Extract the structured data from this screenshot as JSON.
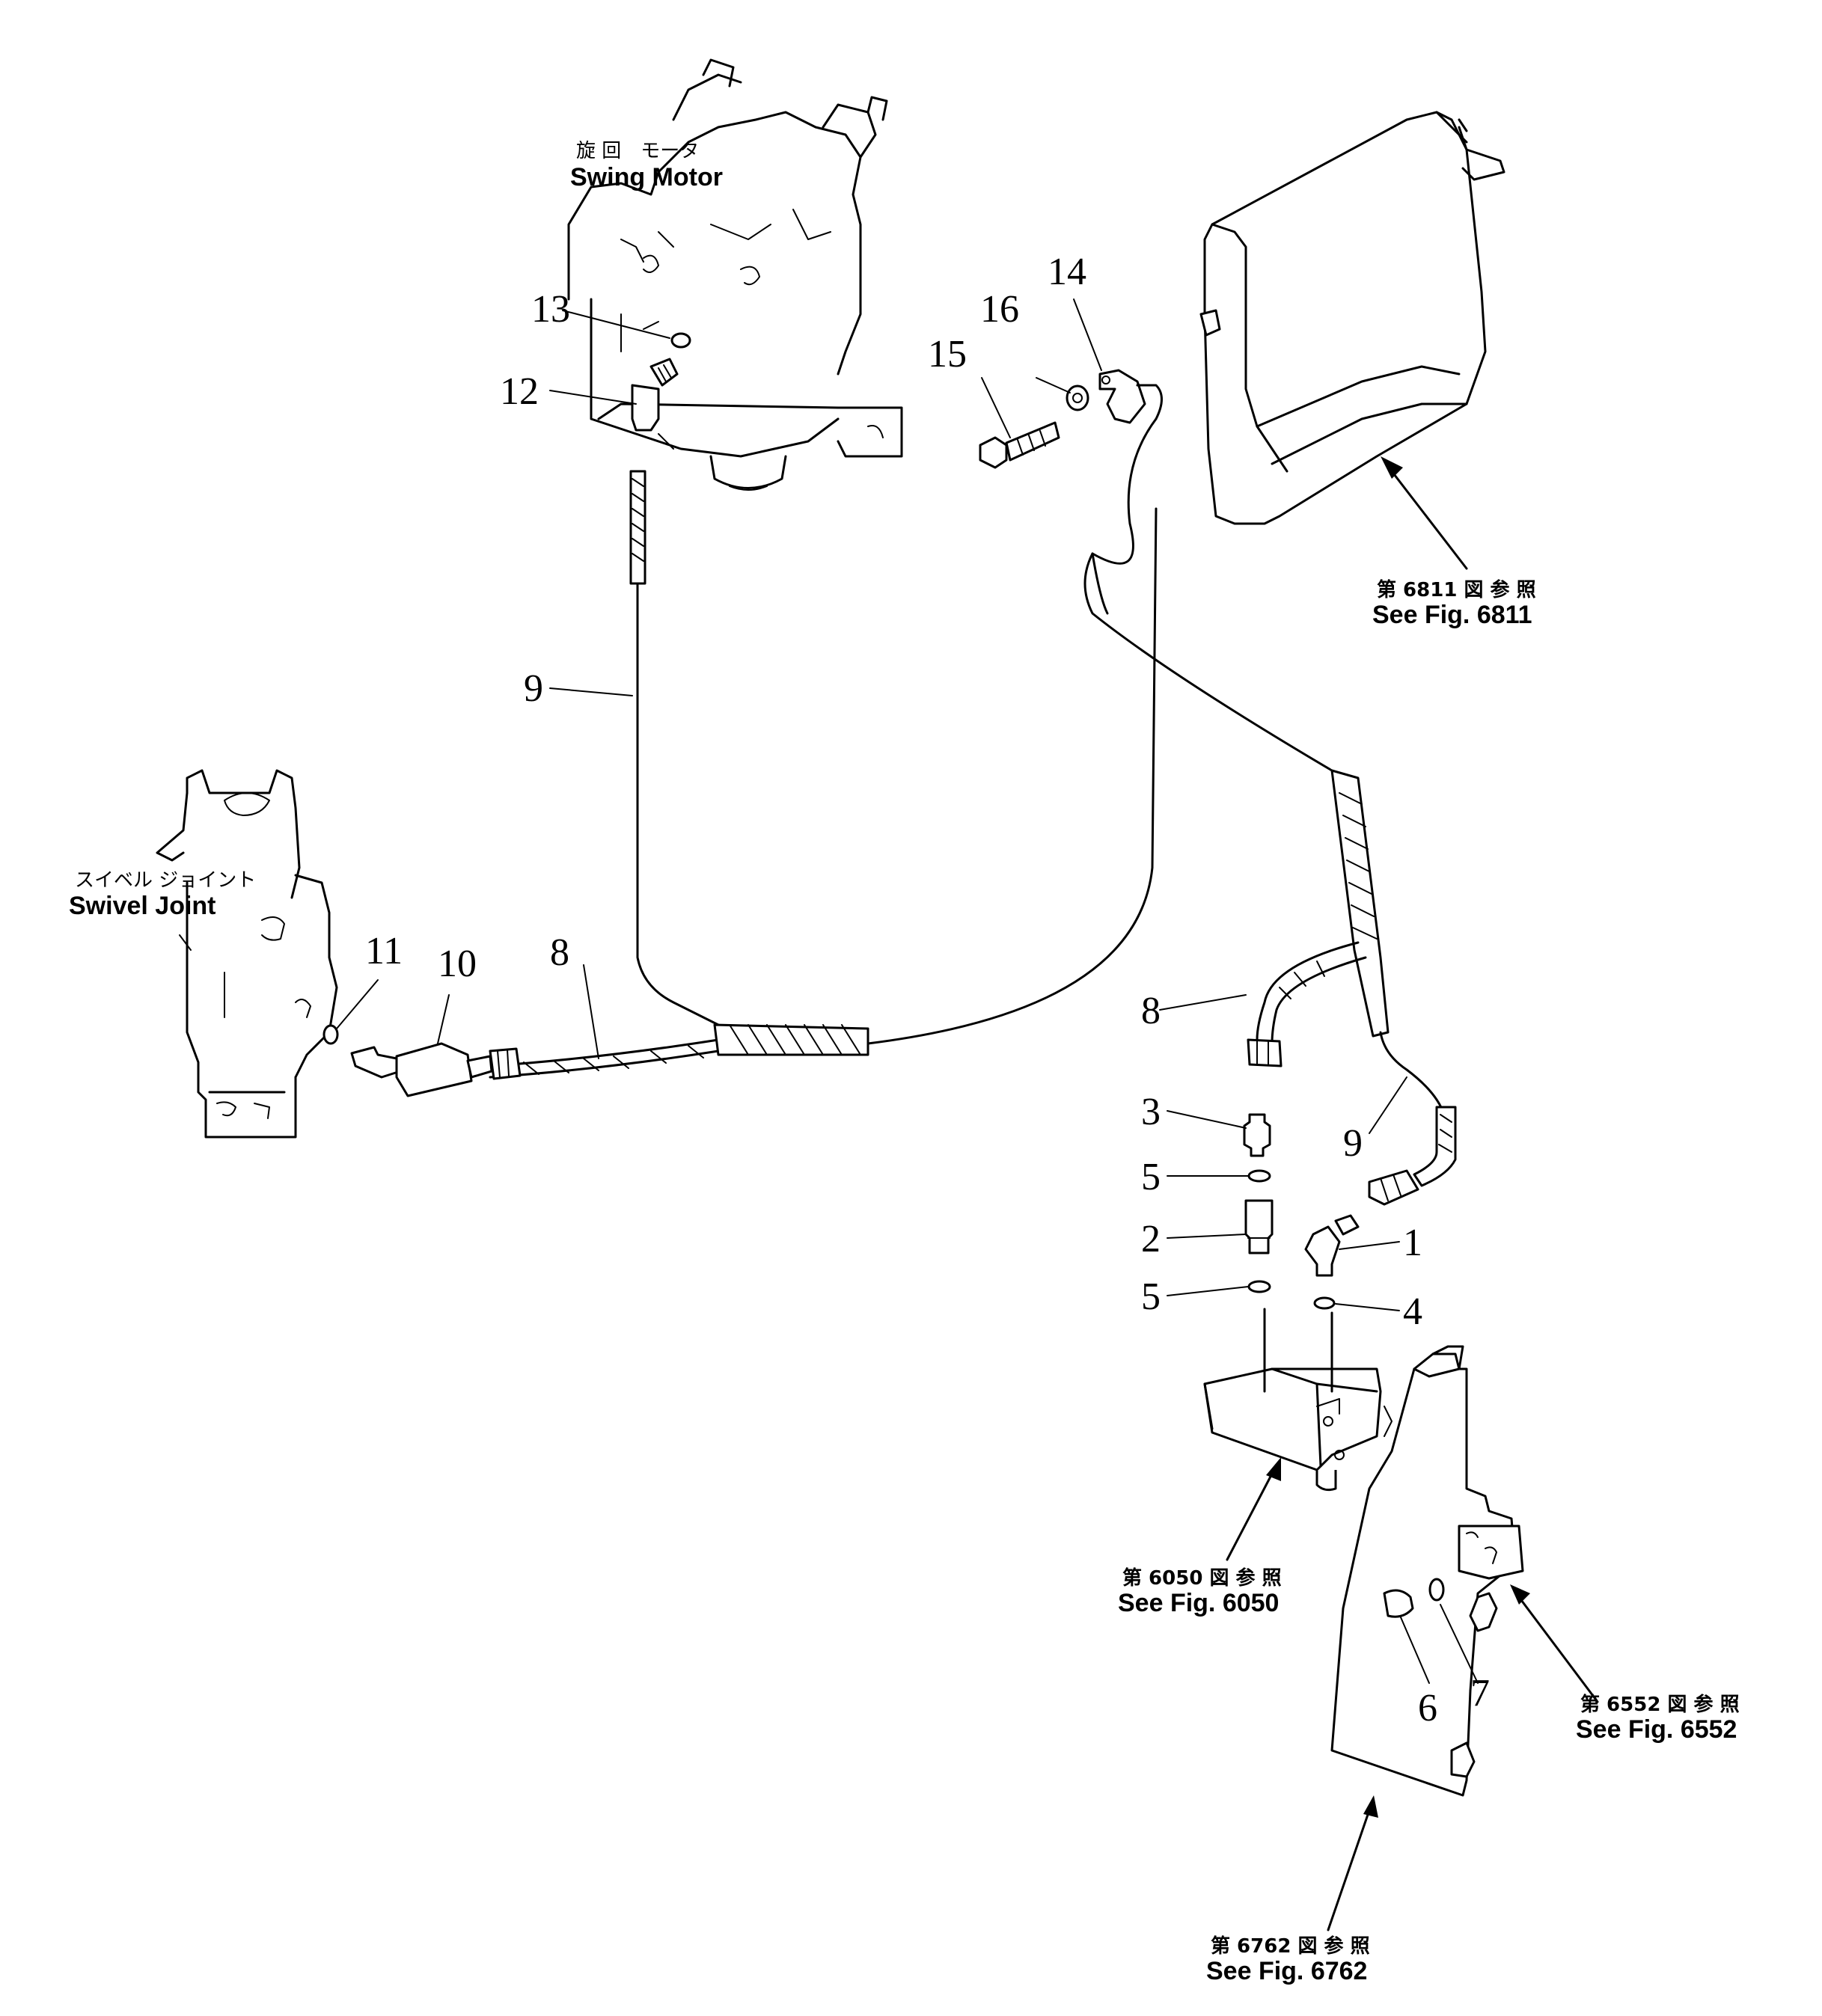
{
  "components": {
    "swing_motor": {
      "jp": "旋 回　モータ",
      "en": "Swing Motor"
    },
    "swivel_joint": {
      "jp": "スイベル ジョイント",
      "en": "Swivel  Joint"
    }
  },
  "references": {
    "fig_6811": {
      "jp": "第 6811 図 参 照",
      "en": "See Fig. 6811"
    },
    "fig_6050": {
      "jp": "第 6050 図 参 照",
      "en": "See Fig. 6050"
    },
    "fig_6552": {
      "jp": "第 6552 図 参 照",
      "en": "See Fig. 6552"
    },
    "fig_6762": {
      "jp": "第 6762 図 参 照",
      "en": "See Fig. 6762"
    }
  },
  "callouts": {
    "c1": "1",
    "c2": "2",
    "c3": "3",
    "c4": "4",
    "c5a": "5",
    "c5b": "5",
    "c6": "6",
    "c7": "7",
    "c8a": "8",
    "c8b": "8",
    "c9a": "9",
    "c9b": "9",
    "c10": "10",
    "c11": "11",
    "c12": "12",
    "c13": "13",
    "c14": "14",
    "c15": "15",
    "c16": "16"
  }
}
